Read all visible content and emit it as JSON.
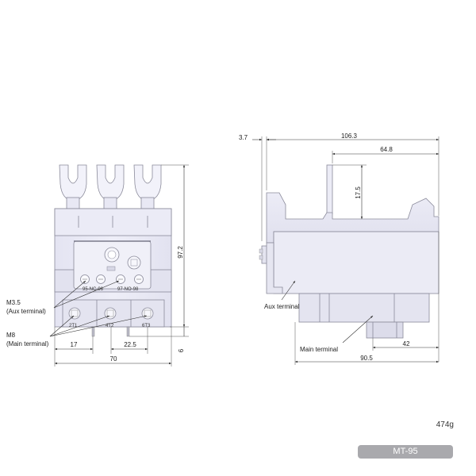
{
  "front_view": {
    "dimensions": {
      "total_width": "70",
      "height": "97.2",
      "terminal_pitch": "17",
      "right_spacing": "22.5",
      "bottom_offset": "6"
    },
    "callouts": {
      "aux_size": "M3.5",
      "aux_desc": "(Aux terminal)",
      "main_size": "M8",
      "main_desc": "(Main terminal)"
    },
    "contact_labels": {
      "nc": "95-NC-96",
      "no": "97-NO-98"
    },
    "main_terminals": [
      "2T1",
      "4T2",
      "6T3"
    ]
  },
  "side_view": {
    "dimensions": {
      "offset_left": "3.7",
      "overall_top": "106.3",
      "upper_right": "64.8",
      "tab_height": "17.5",
      "right_offset": "42",
      "overall_bottom": "90.5"
    },
    "callouts": {
      "aux": "Aux terminal",
      "main": "Main terminal"
    }
  },
  "weight": "474g",
  "model": "MT-95",
  "colors": {
    "body_fill": "#eaeaf5",
    "body_dark": "#d9d9e8",
    "outline": "#8a8a9a",
    "dim_line": "#333333",
    "model_bar": "#a9a9ad"
  }
}
